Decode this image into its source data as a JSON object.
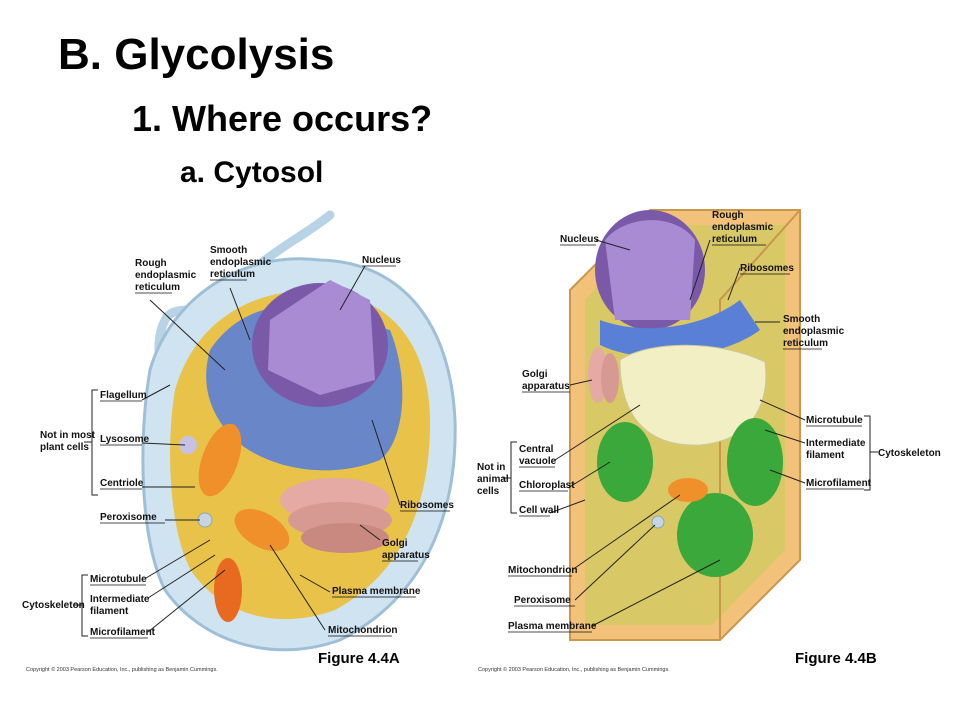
{
  "slide": {
    "title": "B. Glycolysis",
    "sub1": "1. Where occurs?",
    "sub2": "a. Cytosol"
  },
  "figA": {
    "caption": "Figure 4.4A",
    "copyright": "Copyright © 2003 Pearson Education, Inc., publishing as Benjamin Cummings.",
    "labels": {
      "rough": [
        "Rough",
        "endoplasmic",
        "reticulum"
      ],
      "smooth": [
        "Smooth",
        "endoplasmic",
        "reticulum"
      ],
      "nucleus": "Nucleus",
      "not_in": [
        "Not in most",
        "plant cells"
      ],
      "flagellum": "Flagellum",
      "lysosome": "Lysosome",
      "centriole": "Centriole",
      "peroxisome": "Peroxisome",
      "cytoskeleton": "Cytoskeleton",
      "microtubule": "Microtubule",
      "intermediate": [
        "Intermediate",
        "filament"
      ],
      "microfilament": "Microfilament",
      "ribosomes": "Ribosomes",
      "golgi": [
        "Golgi",
        "apparatus"
      ],
      "plasma": "Plasma membrane",
      "mito": "Mitochondrion"
    }
  },
  "figB": {
    "caption": "Figure 4.4B",
    "copyright": "Copyright © 2003 Pearson Education, Inc., publishing as Benjamin Cummings.",
    "labels": {
      "nucleus": "Nucleus",
      "rough": [
        "Rough",
        "endoplasmic",
        "reticulum"
      ],
      "ribosomes": "Ribosomes",
      "smooth": [
        "Smooth",
        "endoplasmic",
        "reticulum"
      ],
      "golgi": [
        "Golgi",
        "apparatus"
      ],
      "microtubule": "Microtubule",
      "intermediate": [
        "Intermediate",
        "filament"
      ],
      "cytoskeleton": "Cytoskeleton",
      "microfilament": "Microfilament",
      "not_in": [
        "Not in",
        "animal",
        "cells"
      ],
      "central": [
        "Central",
        "vacuole"
      ],
      "chloroplast": "Chloroplast",
      "cellwall": "Cell wall",
      "mito": "Mitochondrion",
      "peroxisome": "Peroxisome",
      "plasma": "Plasma membrane"
    }
  },
  "colors": {
    "nucleus": "#8e6bbf",
    "er": "#5a7fd6",
    "golgi": "#d79a93",
    "mito": "#f0902a",
    "cytosol_a": "#e9c24a",
    "cytosol_b": "#d8c866",
    "chloroplast": "#3aa83a",
    "wall": "#f2c27a",
    "vacuole": "#f2efc4"
  }
}
